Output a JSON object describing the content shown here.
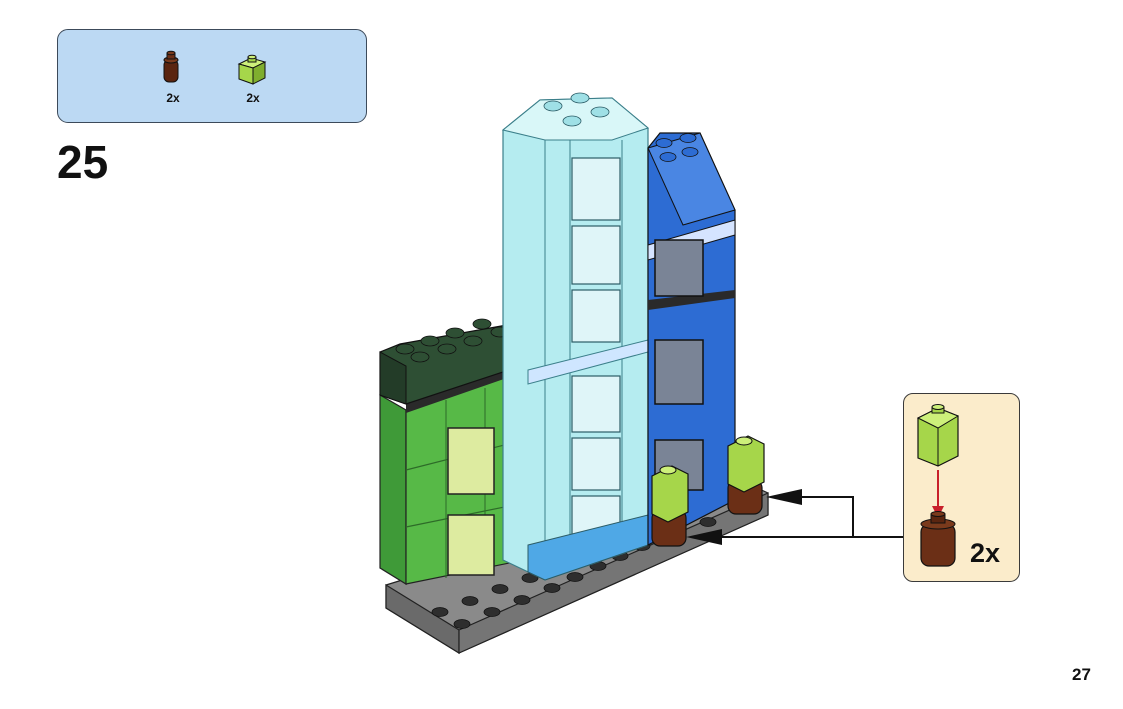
{
  "parts_list": {
    "items": [
      {
        "name": "reddish-brown-round-brick-1x1",
        "color": "#6b2f16",
        "quantity": "2x"
      },
      {
        "name": "lime-brick-1x1",
        "color": "#a6d64a",
        "quantity": "2x"
      }
    ]
  },
  "step": {
    "number": "25"
  },
  "callout": {
    "quantity": "2x",
    "arrow_color": "#c8202a"
  },
  "page": {
    "number": "27"
  },
  "colors": {
    "baseplate": "#7a7a7a",
    "green": "#57b947",
    "dark_green": "#2e4f34",
    "trans_light_blue": "#b5ecf0",
    "blue": "#2d6cd3",
    "lime": "#a6d64a",
    "reddish_brown": "#6b2f16"
  }
}
